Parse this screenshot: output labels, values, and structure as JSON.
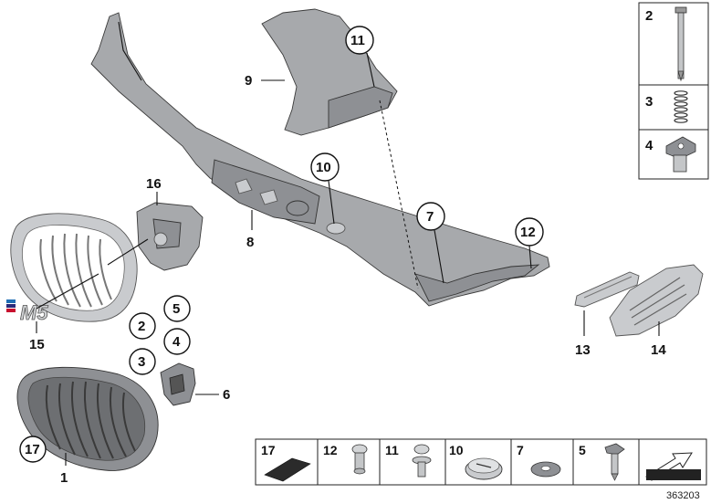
{
  "diagram": {
    "reference_number": "363203",
    "callouts": {
      "c1": "1",
      "c2": "2",
      "c3": "3",
      "c4": "4",
      "c5": "5",
      "c6": "6",
      "c7": "7",
      "c8": "8",
      "c9": "9",
      "c10": "10",
      "c11": "11",
      "c12": "12",
      "c13": "13",
      "c14": "14",
      "c15": "15",
      "c16": "16",
      "c17": "17",
      "c2b": "2",
      "c3b": "3",
      "c4b": "4"
    },
    "emblem_text": "M5",
    "right_panel": {
      "items": [
        "2",
        "3",
        "4"
      ]
    },
    "bottom_strip": {
      "items": [
        "17",
        "12",
        "11",
        "10",
        "7",
        "5"
      ]
    }
  }
}
